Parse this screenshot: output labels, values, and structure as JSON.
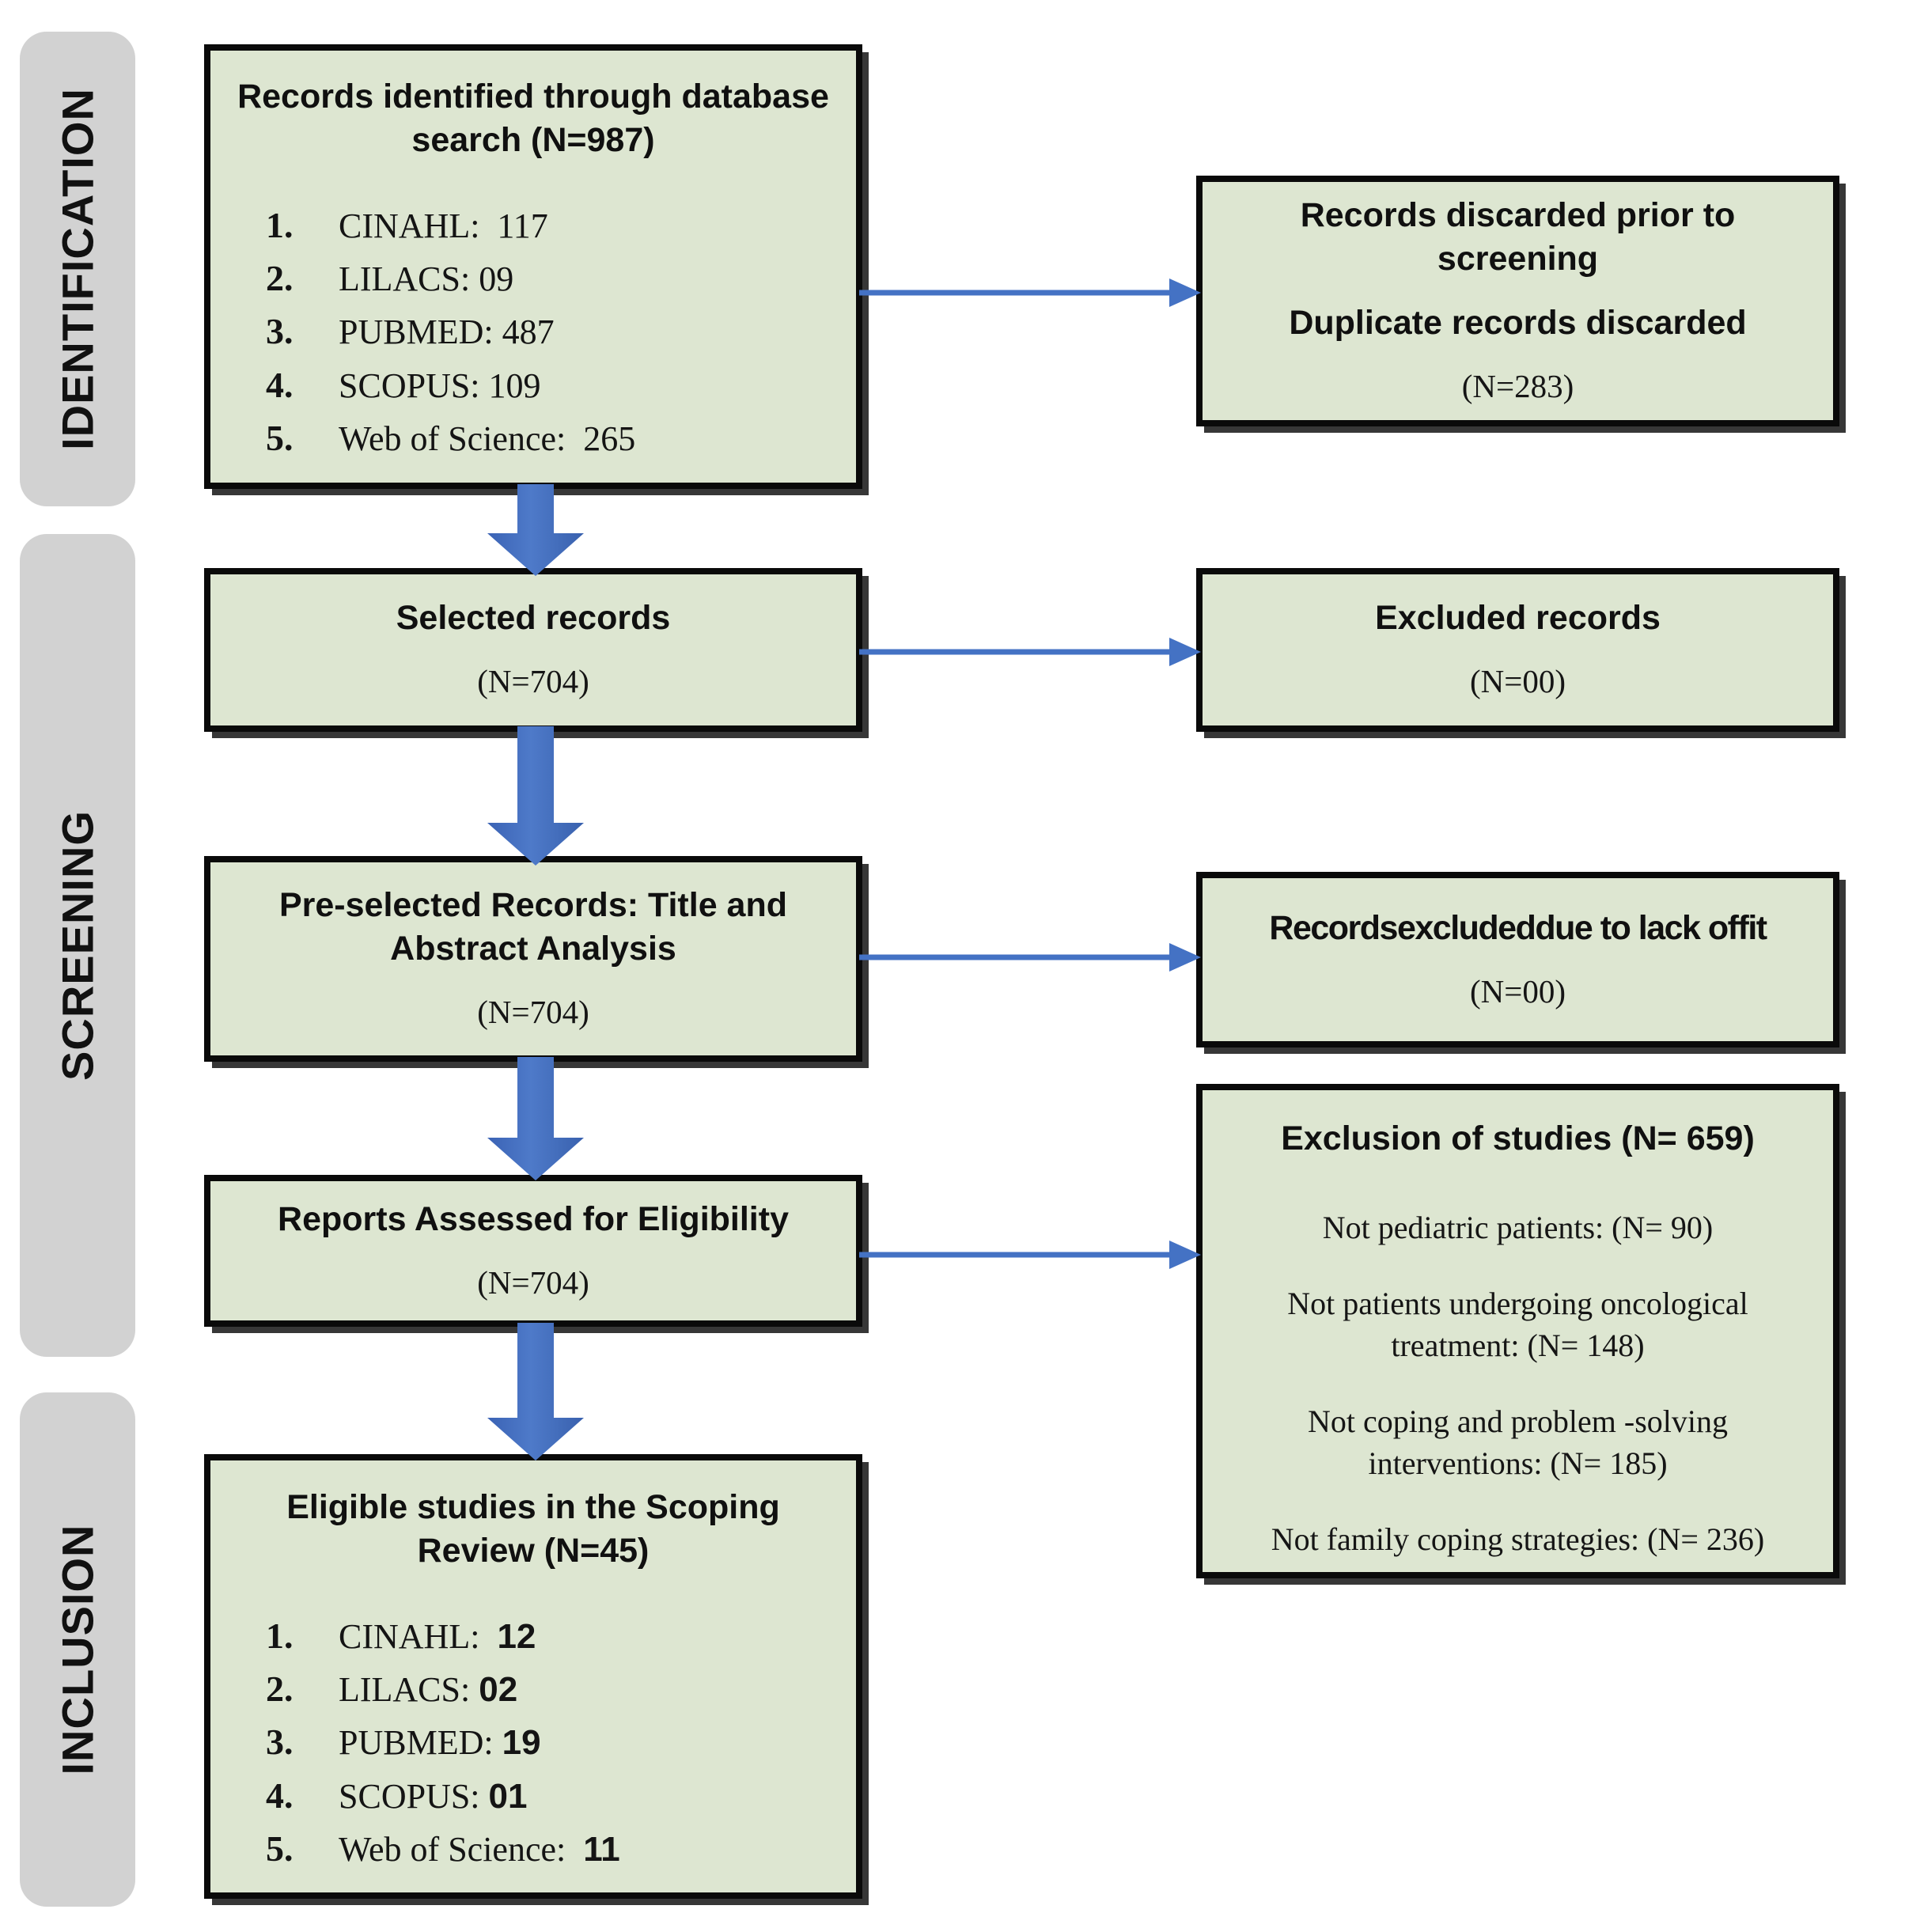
{
  "diagram": {
    "type": "prisma-flow",
    "accent_color": "#4472c4",
    "box_fill": "#dde6d1",
    "band_fill": "#d2d2d2"
  },
  "phases": [
    {
      "id": "identification",
      "label": "IDENTIFICATION"
    },
    {
      "id": "screening",
      "label": "SCREENING"
    },
    {
      "id": "inclusion",
      "label": "INCLUSION"
    }
  ],
  "nodes": {
    "identified": {
      "title": "Records identified through database search (N=987)",
      "sources": [
        {
          "num": "1.",
          "label": "CINAHL:  117"
        },
        {
          "num": "2.",
          "label": "LILACS: 09"
        },
        {
          "num": "3.",
          "label": "PUBMED: 487"
        },
        {
          "num": "4.",
          "label": "SCOPUS: 109"
        },
        {
          "num": "5.",
          "label": "Web of Science:  265"
        }
      ]
    },
    "discarded": {
      "line1": "Records discarded prior to screening",
      "line2": "Duplicate records discarded",
      "count": "(N=283)"
    },
    "selected": {
      "title": "Selected records",
      "count": "(N=704)"
    },
    "excluded": {
      "title": "Excluded records",
      "count": "(N=00)"
    },
    "preselected": {
      "title": "Pre-selected Records: Title and Abstract Analysis",
      "count": "(N=704)"
    },
    "lackoffit": {
      "title": "Recordsexcludeddue to lack offit",
      "count": "(N=00)"
    },
    "eligibility": {
      "title": "Reports Assessed for Eligibility",
      "count": "(N=704)"
    },
    "exclusion": {
      "title": "Exclusion of studies (N= 659)",
      "reasons": [
        "Not pediatric patients: (N= 90)",
        "Not patients undergoing oncological treatment: (N= 148)",
        "Not  coping and problem    -solving interventions: (N= 185)",
        "Not family coping strategies: (N= 236)"
      ]
    },
    "eligible": {
      "title": "Eligible studies in the Scoping Review (N=45)",
      "sources": [
        {
          "num": "1.",
          "label": "CINAHL:",
          "value": "12"
        },
        {
          "num": "2.",
          "label": "LILACS:",
          "value": "02"
        },
        {
          "num": "3.",
          "label": "PUBMED:",
          "value": "19"
        },
        {
          "num": "4.",
          "label": "SCOPUS:",
          "value": "01"
        },
        {
          "num": "5.",
          "label": "Web of Science:",
          "value": "11"
        }
      ]
    }
  }
}
